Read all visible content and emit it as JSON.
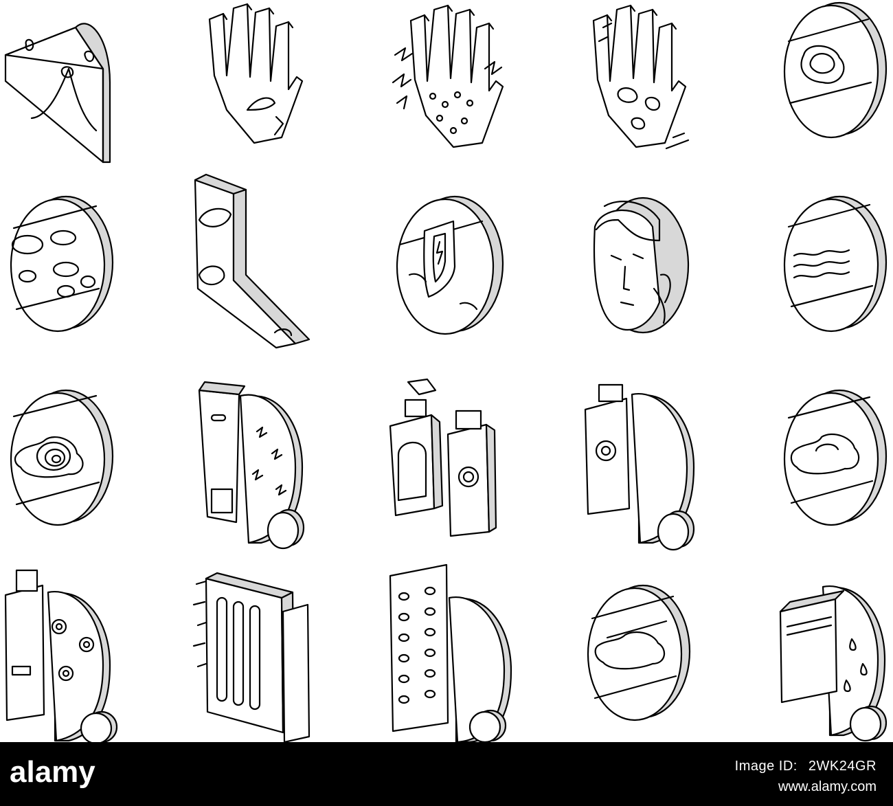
{
  "footer": {
    "brand": "alamy",
    "image_id_label": "Image ID:",
    "image_id": "2WK24GR",
    "website": "www.alamy.com"
  },
  "icons": [
    "skin-patch-corner-icon",
    "hand-vitiligo-icon",
    "hand-rash-itch-icon",
    "hand-spots-icon",
    "skin-lesion-circle-icon",
    "skin-ovals-circle-icon",
    "leg-foot-patches-icon",
    "skin-protection-shield-icon",
    "woman-face-icon",
    "skin-wrinkles-circle-icon",
    "skin-lesion-rings-icon",
    "cream-tube-itch-icon",
    "lotion-bottles-icon",
    "cream-bottle-target-icon",
    "skin-bump-circle-icon",
    "medicine-spots-icon",
    "radiator-heater-icon",
    "pills-blister-icon",
    "skin-layer-cloud-icon",
    "wallet-drops-icon"
  ]
}
